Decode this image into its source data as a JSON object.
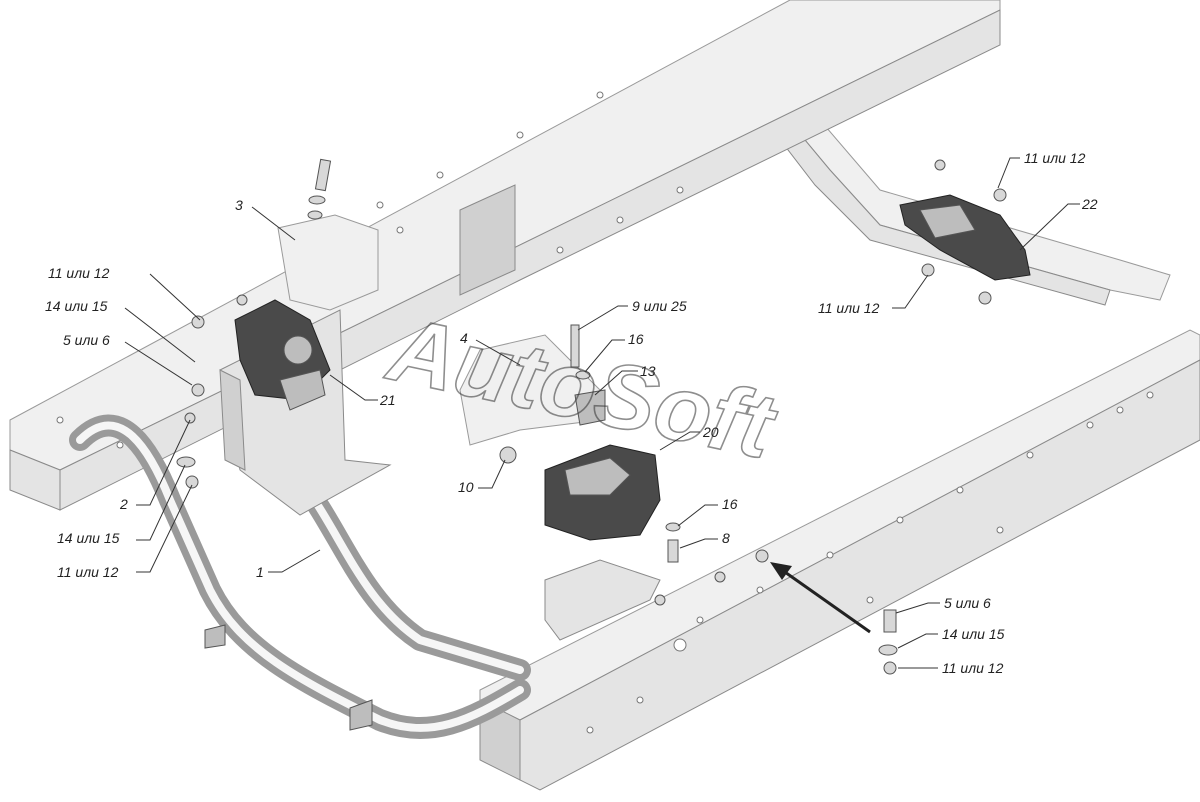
{
  "watermark": {
    "text": "AutoSoft"
  },
  "callouts": [
    {
      "id": "c3",
      "label": "3"
    },
    {
      "id": "c11a",
      "label": "11 или 12"
    },
    {
      "id": "c14a",
      "label": "14 или 15"
    },
    {
      "id": "c5a",
      "label": "5 или 6"
    },
    {
      "id": "c2",
      "label": "2"
    },
    {
      "id": "c14b",
      "label": "14 или 15"
    },
    {
      "id": "c11b",
      "label": "11 или 12"
    },
    {
      "id": "c1",
      "label": "1"
    },
    {
      "id": "c21",
      "label": "21"
    },
    {
      "id": "c4",
      "label": "4"
    },
    {
      "id": "c9",
      "label": "9 или 25"
    },
    {
      "id": "c16a",
      "label": "16"
    },
    {
      "id": "c13",
      "label": "13"
    },
    {
      "id": "c20",
      "label": "20"
    },
    {
      "id": "c10",
      "label": "10"
    },
    {
      "id": "c16b",
      "label": "16"
    },
    {
      "id": "c8",
      "label": "8"
    },
    {
      "id": "c11c",
      "label": "11 или 12"
    },
    {
      "id": "c22",
      "label": "22"
    },
    {
      "id": "c11d",
      "label": "11 или 12"
    },
    {
      "id": "c5b",
      "label": "5 или 6"
    },
    {
      "id": "c14c",
      "label": "14 или 15"
    },
    {
      "id": "c11e",
      "label": "11 или 12"
    }
  ],
  "colors": {
    "frame": "#e4e4e4",
    "outline": "#8a8a8a",
    "bracket": "#4a4a4a",
    "ink": "#222222"
  }
}
